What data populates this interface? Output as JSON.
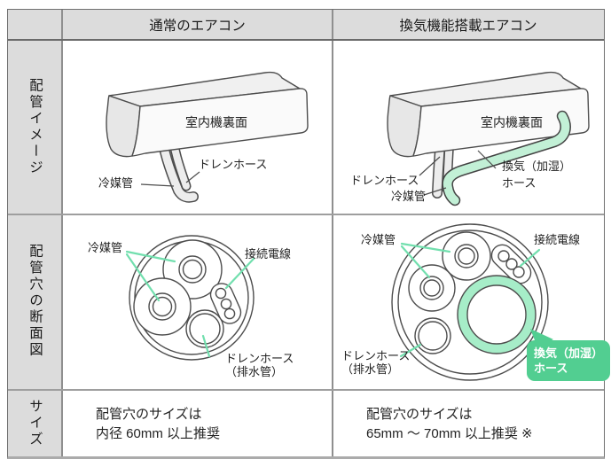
{
  "header": {
    "columns": [
      "通常のエアコン",
      "換気機能搭載エアコン"
    ]
  },
  "rows": {
    "piping_image_label": "配管イメージ",
    "cross_section_label": "配管穴の断面図",
    "size_label": "サイズ"
  },
  "piping_image": {
    "normal": {
      "unit": "室内機裏面",
      "drain": "ドレンホース",
      "refrigerant": "冷媒管"
    },
    "vent": {
      "unit": "室内機裏面",
      "drain": "ドレンホース",
      "refrigerant": "冷媒管",
      "vent_hose_l1": "換気（加湿）",
      "vent_hose_l2": "ホース"
    }
  },
  "cross_section": {
    "normal": {
      "refrigerant": "冷媒管",
      "wires": "接続電線",
      "drain_l1": "ドレンホース",
      "drain_l2": "（排水管）"
    },
    "vent": {
      "refrigerant": "冷媒管",
      "wires": "接続電線",
      "drain_l1": "ドレンホース",
      "drain_l2": "（排水管）",
      "badge_l1": "換気（加湿）",
      "badge_l2": "ホース"
    }
  },
  "size": {
    "normal_l1": "配管穴のサイズは",
    "normal_l2": "内径 60mm 以上推奨",
    "vent_l1": "配管穴のサイズは",
    "vent_l2": "65mm ～ 70mm 以上推奨 ※"
  },
  "colors": {
    "header_bg": "#dcdcdc",
    "accent_green": "#52ce91",
    "hose_green_light": "#c2f0d6",
    "ring_green": "#a6edc8",
    "leader_green": "#72dfae",
    "line_dark": "#4d4d4d",
    "grid_line": "#9e9e9e"
  }
}
